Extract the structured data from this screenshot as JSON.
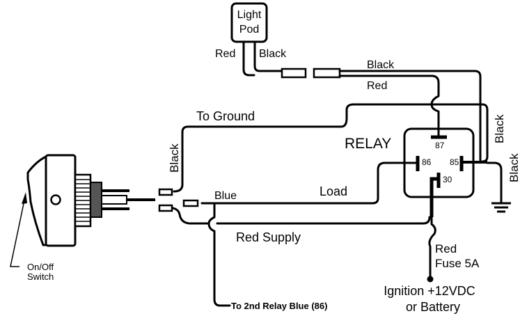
{
  "diagram": {
    "light_pod": {
      "line1": "Light",
      "line2": "Pod"
    },
    "wire_labels": {
      "pod_red": "Red",
      "pod_black": "Black",
      "top_black": "Black",
      "top_red": "Red",
      "to_ground": "To Ground",
      "switch_black": "Black",
      "right_black_1": "Black",
      "right_black_2": "Black",
      "blue": "Blue",
      "load": "Load",
      "red_supply": "Red  Supply",
      "fuse_red": "Red",
      "fuse": "Fuse 5A",
      "to_2nd_relay": "To 2nd Relay Blue (86)"
    },
    "relay": {
      "title": "RELAY",
      "pins": {
        "p87": "87",
        "p86": "86",
        "p85": "85",
        "p30": "30"
      }
    },
    "power_source": {
      "line1": "Ignition +12VDC",
      "line2": "or Battery"
    },
    "switch": {
      "line1": "On/Off",
      "line2": "Switch"
    }
  }
}
